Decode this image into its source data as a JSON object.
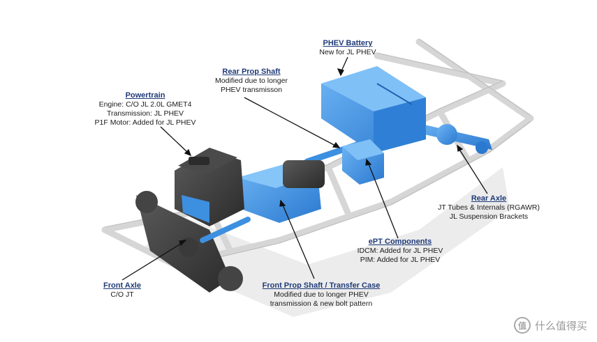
{
  "callouts": {
    "battery": {
      "title": "PHEV Battery",
      "lines": [
        "New for JL PHEV"
      ]
    },
    "rear_prop": {
      "title": "Rear Prop Shaft",
      "lines": [
        "Modified due to longer",
        "PHEV transmisson"
      ]
    },
    "powertrain": {
      "title": "Powertrain",
      "lines": [
        "Engine: C/O JL 2.0L GMET4",
        "Transmission: JL PHEV",
        "P1F Motor: Added for JL PHEV"
      ]
    },
    "rear_axle": {
      "title": "Rear Axle",
      "lines": [
        "JT Tubes & Internals (RGAWR)",
        "JL Suspension Brackets"
      ]
    },
    "ept": {
      "title": "ePT Components",
      "lines": [
        "IDCM: Added for JL PHEV",
        "PIM: Added for JL PHEV"
      ]
    },
    "front_axle": {
      "title": "Front Axle",
      "lines": [
        "C/O JT"
      ]
    },
    "front_prop": {
      "title": "Front Prop Shaft / Transfer Case",
      "lines": [
        "Modified due to longer PHEV",
        "transmission & new bolt pattern"
      ]
    }
  },
  "watermark": {
    "icon": "值",
    "text": "什么值得买"
  },
  "colors": {
    "highlight": "#3d8fe0",
    "component_dark": "#3c3c3c",
    "frame": "#e6e6e6",
    "label_title": "#1f3a78"
  }
}
